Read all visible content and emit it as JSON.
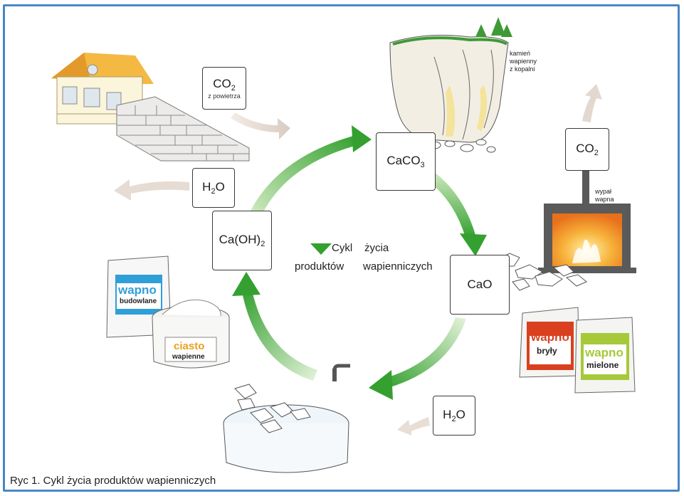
{
  "compounds": {
    "caco3": {
      "main": "CaCO",
      "sub": "3"
    },
    "cao": {
      "main": "CaO"
    },
    "caoh2": {
      "main": "Ca(OH)",
      "sub": "2"
    },
    "co2_top": {
      "main": "CO",
      "sub": "2",
      "note": "z powietrza"
    },
    "co2_right": {
      "main": "CO",
      "sub": "2"
    },
    "h2o_left": {
      "pre": "H",
      "sub": "2",
      "post": "O"
    },
    "h2o_right": {
      "pre": "H",
      "sub": "2",
      "post": "O"
    }
  },
  "labels": {
    "limestone": [
      "kamień",
      "wapienny",
      "z kopalni"
    ],
    "kiln": [
      "wypał",
      "wapna"
    ],
    "center_line1_a": "Cykl",
    "center_line1_b": "życia",
    "center_line2_a": "produktów",
    "center_line2_b": "wapienniczych"
  },
  "bags": {
    "budowlane": {
      "word": "wapno",
      "sub": "budowlane"
    },
    "ciasto": {
      "word": "ciasto",
      "sub": "wapienne"
    },
    "bryly": {
      "word": "wapno",
      "sub": "bryły"
    },
    "mielone": {
      "word": "wapno",
      "sub": "mielone"
    }
  },
  "colors": {
    "frame": "#4a86c8",
    "arrow_green": "#3aa335",
    "arrow_light": "#c9e6b5",
    "wapno_blue": "#2f9fd8",
    "ciasto_orange": "#e8a21f",
    "bryly_red": "#d9401f",
    "mielone_green": "#a6c93a",
    "fire": "#f29a1f",
    "kiln": "#555555",
    "roof": "#f4b942"
  },
  "caption": "Ryc 1. Cykl życia produktów wapienniczych"
}
